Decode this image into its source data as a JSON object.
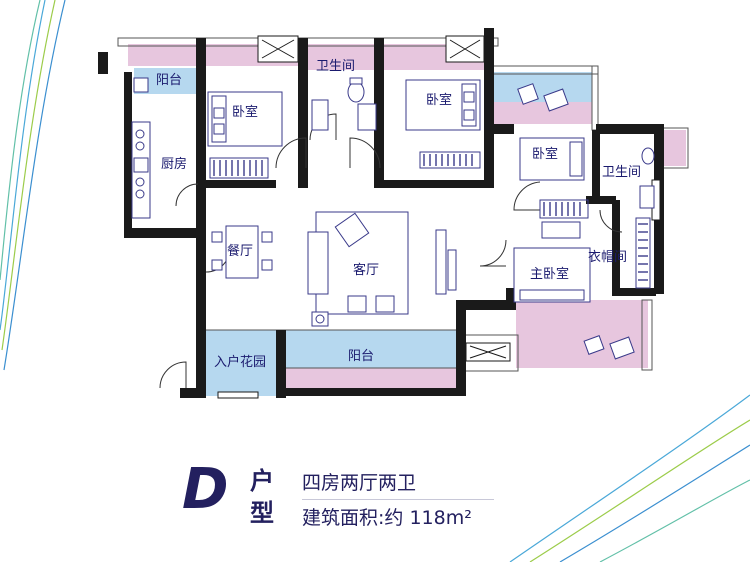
{
  "rooms": {
    "balcony_kitchen": "阳台",
    "bedroom_1": "卧室",
    "bathroom_1": "卫生间",
    "bedroom_2": "卧室",
    "kitchen": "厨房",
    "bedroom_3": "卧室",
    "bathroom_2": "卫生间",
    "dining": "餐厅",
    "living": "客厅",
    "master_bedroom": "主卧室",
    "cloakroom": "衣帽间",
    "entrance_garden": "入户花园",
    "balcony_main": "阳台"
  },
  "footer": {
    "unit_letter": "D",
    "unit_char_1": "户",
    "unit_char_2": "型",
    "layout": "四房两厅两卫",
    "area": "建筑面积:约 118m²"
  },
  "colors": {
    "wall": "#1a1a1a",
    "balcony_pink": "#e7c6de",
    "balcony_blue": "#b6d8ef",
    "furniture_line": "#3a3a8a",
    "text": "#1a1a6e"
  }
}
